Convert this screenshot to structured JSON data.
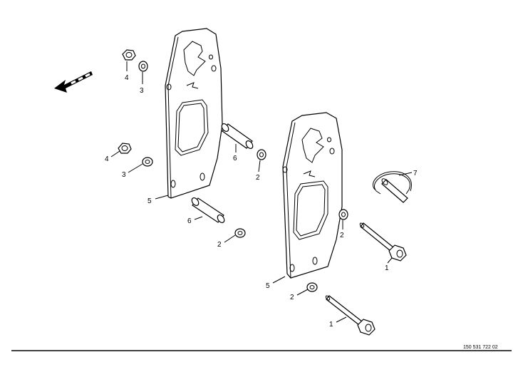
{
  "drawing_reference": "150 531 722 02",
  "callouts": [
    {
      "id": "c4a",
      "label": "4"
    },
    {
      "id": "c3a",
      "label": "3"
    },
    {
      "id": "c4b",
      "label": "4"
    },
    {
      "id": "c3b",
      "label": "3"
    },
    {
      "id": "c5a",
      "label": "5"
    },
    {
      "id": "c6a",
      "label": "6"
    },
    {
      "id": "c2a",
      "label": "2"
    },
    {
      "id": "c6b",
      "label": "6"
    },
    {
      "id": "c2b",
      "label": "2"
    },
    {
      "id": "c7",
      "label": "7"
    },
    {
      "id": "c2c",
      "label": "2"
    },
    {
      "id": "c1a",
      "label": "1"
    },
    {
      "id": "c5b",
      "label": "5"
    },
    {
      "id": "c2d",
      "label": "2"
    },
    {
      "id": "c1b",
      "label": "1"
    }
  ],
  "icons": {
    "direction_arrow": "direction-arrow-icon"
  }
}
